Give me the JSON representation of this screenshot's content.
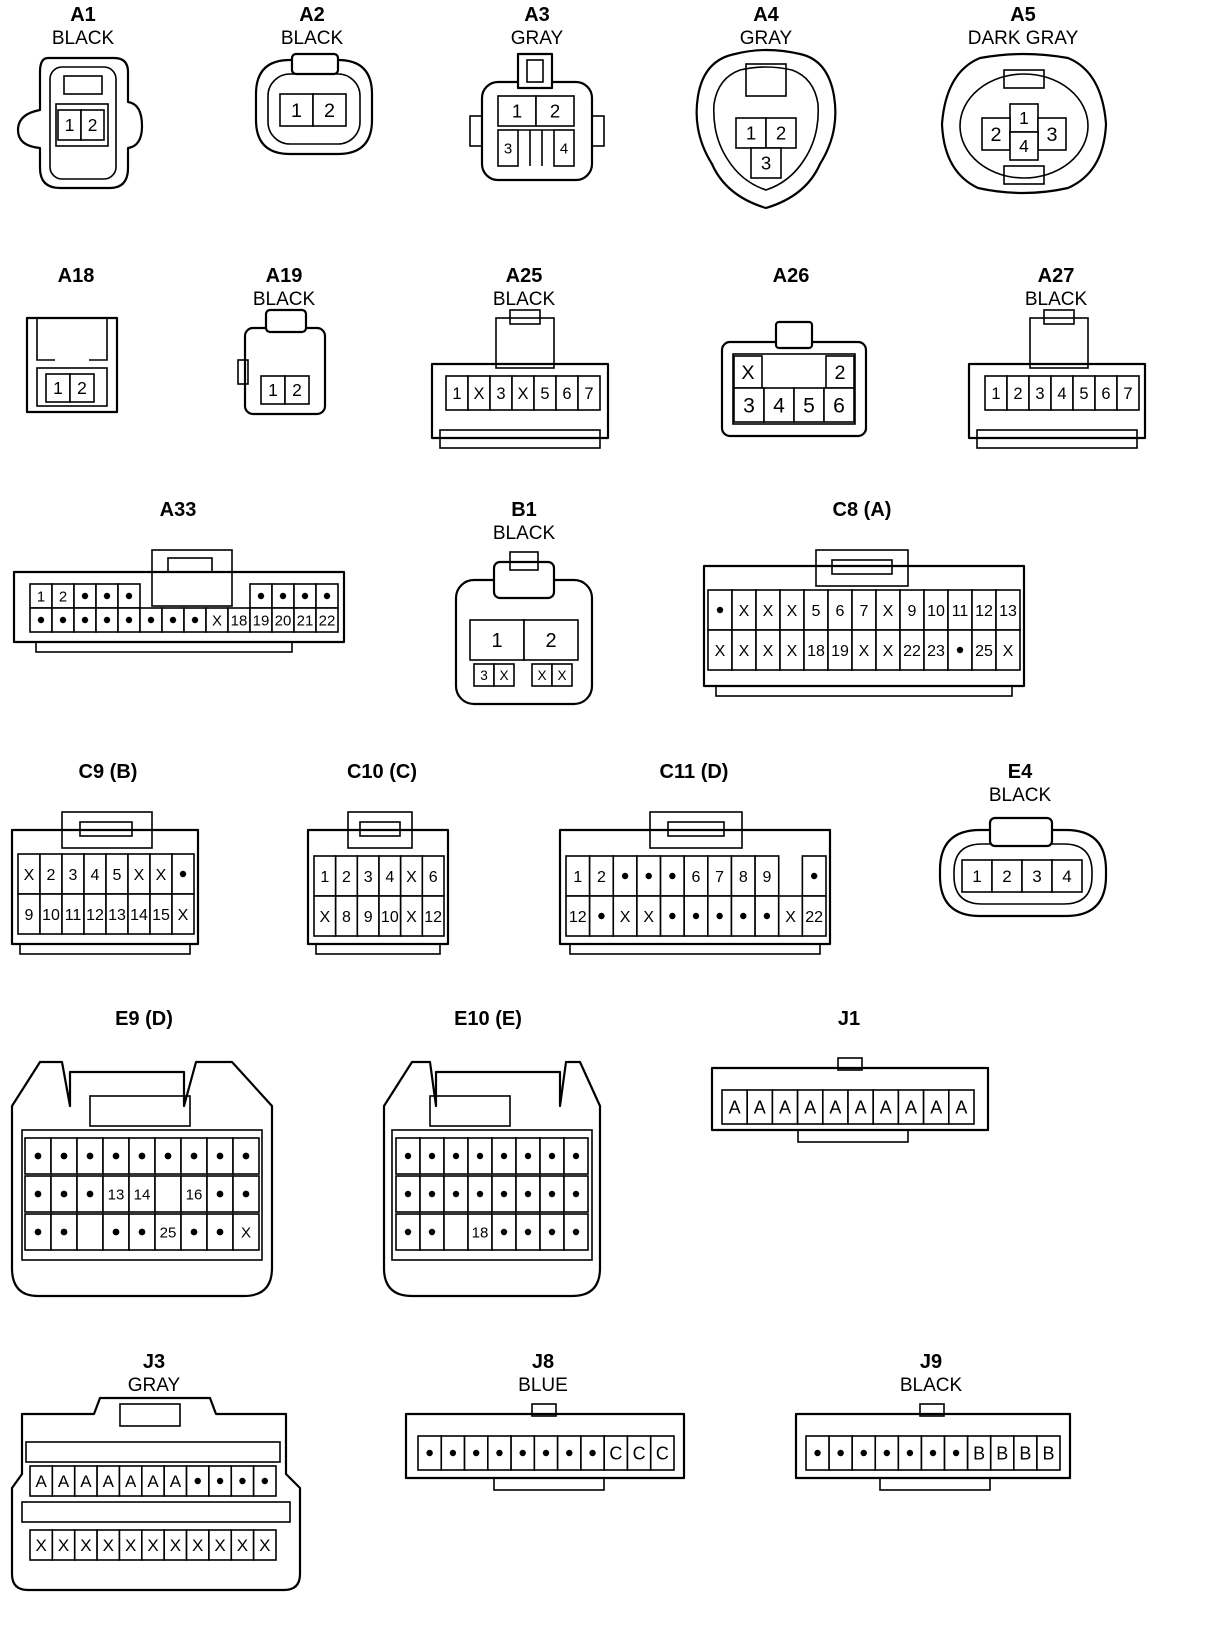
{
  "connectors": [
    {
      "id": "A1",
      "name": "A1",
      "color": "BLACK",
      "rows": [
        [
          "1",
          "2"
        ]
      ]
    },
    {
      "id": "A2",
      "name": "A2",
      "color": "BLACK",
      "rows": [
        [
          "1",
          "2"
        ]
      ]
    },
    {
      "id": "A3",
      "name": "A3",
      "color": "GRAY",
      "rows": [
        [
          "1",
          "2"
        ],
        [
          "3",
          "4"
        ]
      ]
    },
    {
      "id": "A4",
      "name": "A4",
      "color": "GRAY",
      "rows": [
        [
          "1",
          "2"
        ],
        [
          "3"
        ]
      ]
    },
    {
      "id": "A5",
      "name": "A5",
      "color": "DARK GRAY",
      "rows": [
        [
          "1"
        ],
        [
          "2",
          "3"
        ],
        [
          "4"
        ]
      ]
    },
    {
      "id": "A18",
      "name": "A18",
      "color": "",
      "rows": [
        [
          "1",
          "2"
        ]
      ]
    },
    {
      "id": "A19",
      "name": "A19",
      "color": "BLACK",
      "rows": [
        [
          "1",
          "2"
        ]
      ]
    },
    {
      "id": "A25",
      "name": "A25",
      "color": "BLACK",
      "rows": [
        [
          "1",
          "X",
          "3",
          "X",
          "5",
          "6",
          "7"
        ]
      ]
    },
    {
      "id": "A26",
      "name": "A26",
      "color": "",
      "rows": [
        [
          "X",
          "",
          "",
          "2"
        ],
        [
          "3",
          "4",
          "5",
          "6"
        ]
      ]
    },
    {
      "id": "A27",
      "name": "A27",
      "color": "BLACK",
      "rows": [
        [
          "1",
          "2",
          "3",
          "4",
          "5",
          "6",
          "7"
        ]
      ]
    },
    {
      "id": "A33",
      "name": "A33",
      "color": "",
      "rows": [
        [
          "1",
          "2",
          "•",
          "•",
          "•",
          "",
          "",
          "",
          "",
          "",
          "•",
          "•",
          "•",
          "•"
        ],
        [
          "•",
          "•",
          "•",
          "•",
          "•",
          "•",
          "•",
          "•",
          "X",
          "18",
          "19",
          "20",
          "21",
          "22"
        ]
      ]
    },
    {
      "id": "B1",
      "name": "B1",
      "color": "BLACK",
      "rows": [
        [
          "1",
          "2"
        ],
        [
          "3",
          "X",
          "X",
          "X"
        ]
      ]
    },
    {
      "id": "C8",
      "name": "C8 (A)",
      "color": "",
      "rows": [
        [
          "•",
          "X",
          "X",
          "X",
          "5",
          "6",
          "7",
          "X",
          "9",
          "10",
          "11",
          "12",
          "13"
        ],
        [
          "X",
          "X",
          "X",
          "X",
          "18",
          "19",
          "X",
          "X",
          "22",
          "23",
          "•",
          "25",
          "X"
        ]
      ]
    },
    {
      "id": "C9",
      "name": "C9 (B)",
      "color": "",
      "rows": [
        [
          "X",
          "2",
          "3",
          "4",
          "5",
          "X",
          "X",
          "•"
        ],
        [
          "9",
          "10",
          "11",
          "12",
          "13",
          "14",
          "15",
          "X"
        ]
      ]
    },
    {
      "id": "C10",
      "name": "C10 (C)",
      "color": "",
      "rows": [
        [
          "1",
          "2",
          "3",
          "4",
          "X",
          "6"
        ],
        [
          "X",
          "8",
          "9",
          "10",
          "X",
          "12"
        ]
      ]
    },
    {
      "id": "C11",
      "name": "C11 (D)",
      "color": "",
      "rows": [
        [
          "1",
          "2",
          "•",
          "•",
          "•",
          "6",
          "7",
          "8",
          "9",
          "•"
        ],
        [
          "12",
          "•",
          "X",
          "X",
          "•",
          "•",
          "•",
          "•",
          "•",
          "X",
          "22"
        ]
      ]
    },
    {
      "id": "E4",
      "name": "E4",
      "color": "BLACK",
      "rows": [
        [
          "1",
          "2",
          "3",
          "4"
        ]
      ]
    },
    {
      "id": "E9",
      "name": "E9 (D)",
      "color": "",
      "rows": [
        [
          "•",
          "•",
          "•",
          "•",
          "•",
          "•",
          "•",
          "•",
          "•"
        ],
        [
          "•",
          "•",
          "•",
          "13",
          "14",
          "",
          "16",
          "•",
          "•"
        ],
        [
          "•",
          "•",
          "",
          "•",
          "•",
          "25",
          "•",
          "•",
          "X"
        ]
      ]
    },
    {
      "id": "E10",
      "name": "E10 (E)",
      "color": "",
      "rows": [
        [
          "•",
          "•",
          "•",
          "•",
          "•",
          "•",
          "•",
          "•"
        ],
        [
          "•",
          "•",
          "•",
          "•",
          "•",
          "•",
          "•",
          "•"
        ],
        [
          "•",
          "•",
          "",
          "18",
          "•",
          "•",
          "•",
          "•"
        ]
      ]
    },
    {
      "id": "J1",
      "name": "J1",
      "color": "",
      "rows": [
        [
          "A",
          "A",
          "A",
          "A",
          "A",
          "A",
          "A",
          "A",
          "A",
          "A"
        ]
      ]
    },
    {
      "id": "J3",
      "name": "J3",
      "color": "GRAY",
      "rows": [
        [
          "A",
          "A",
          "A",
          "A",
          "A",
          "A",
          "A",
          "•",
          "•",
          "•",
          "•"
        ],
        [
          "X",
          "X",
          "X",
          "X",
          "X",
          "X",
          "X",
          "X",
          "X",
          "X",
          "X"
        ]
      ]
    },
    {
      "id": "J8",
      "name": "J8",
      "color": "BLUE",
      "rows": [
        [
          "•",
          "•",
          "•",
          "•",
          "•",
          "•",
          "•",
          "•",
          "C",
          "C",
          "C"
        ]
      ]
    },
    {
      "id": "J9",
      "name": "J9",
      "color": "BLACK",
      "rows": [
        [
          "•",
          "•",
          "•",
          "•",
          "•",
          "•",
          "•",
          "B",
          "B",
          "B",
          "B"
        ]
      ]
    }
  ]
}
